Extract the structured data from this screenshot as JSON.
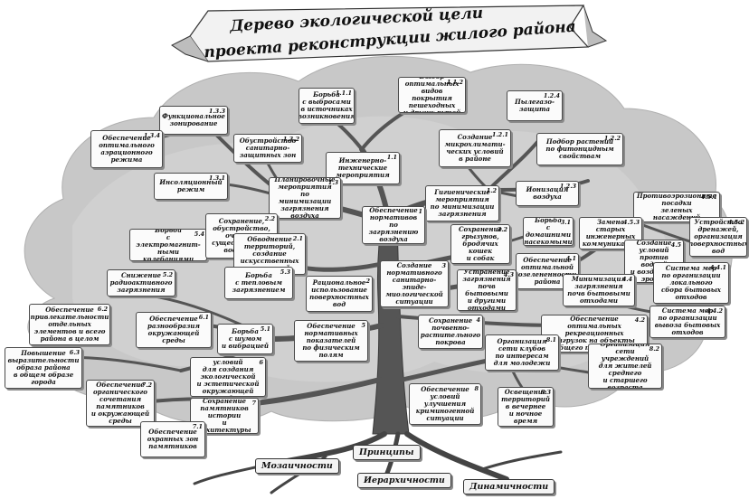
{
  "title": {
    "line1": "Дерево экологической цели",
    "line2": "проекта реконструкции жилого района"
  },
  "nodes": [
    {
      "num": "1.1.1",
      "text": "Борьба\nс выбросами\nв источниках\nвозникновения"
    },
    {
      "num": "1.1.2",
      "text": "Выбор\nоптимальных\nвидов покрытия\nпешеходных\nи других путей"
    },
    {
      "num": "1.2.4",
      "text": "Пылегазо-\nзащита"
    },
    {
      "num": "1.3.3",
      "text": "Функциональное\nзонирование"
    },
    {
      "num": "1.3.4",
      "text": "Обеспечение\nоптимального\nаэрационного\nрежима"
    },
    {
      "num": "1.3.2",
      "text": "Обустройство\nсанитарно-\nзащитных зон"
    },
    {
      "num": "1.2.1",
      "text": "Создание\nмикрохлимати-\nческих условий\nв районе"
    },
    {
      "num": "1.2.2",
      "text": "Подбор растений\nпо фитонцидным\nсвойствам"
    },
    {
      "num": "1.1",
      "text": "Инженерно-\nтехнические\nмероприятия"
    },
    {
      "num": "1.3.1",
      "text": "Инсоляционный\nрежим"
    },
    {
      "num": "1.3",
      "text": "Планировочные\nмероприятия\nпо минимизации\nзагрязнения\nвоздуха"
    },
    {
      "num": "1.2",
      "text": "Гигиенические\nмероприятия\nпо минимизации\nзагрязнения"
    },
    {
      "num": "1.2.3",
      "text": "Ионизация\nвоздуха"
    },
    {
      "num": "4.5.1",
      "text": "Противоэрозионные\nпосадки\nзеленых\nнасаждений"
    },
    {
      "num": "1",
      "text": "Обеспечение\nнормативов\nпо загрязнению\nвоздуха"
    },
    {
      "num": "5.4",
      "text": "Борьба\nс электромагнит-\nными колебаниями"
    },
    {
      "num": "2.2",
      "text": "Сохранение,\nобустройство,\nочистка\nсуществующих\nводоемов"
    },
    {
      "num": "3.2",
      "text": "Сохранение\nгрызунов,\nбродячих\nкошек\nи собак"
    },
    {
      "num": "3.1",
      "text": "Борьба\nс домашними\nнасекомыми"
    },
    {
      "num": "4.5.3",
      "text": "Замена старых\nинженерных\nкоммуникаций"
    },
    {
      "num": "4.5.2",
      "text": "Устройство\nдренажей,\nорганизация\nповерхностных\nвод"
    },
    {
      "num": "2.1",
      "text": "Обводнение\nтерриторий,\nсоздание\nискусственных\nакваторий"
    },
    {
      "num": "4.1",
      "text": "Обеспечение\nоптимальной\nозелененности\nрайона"
    },
    {
      "num": "4.5",
      "text": "Создание\nусловий\nпротив водной\nи воздушной\nэрозии"
    },
    {
      "num": "5.2",
      "text": "Снижение\nрадиоактивного\nзагрязнения"
    },
    {
      "num": "5.3",
      "text": "Борьба\nс тепловым\nзагрязнением"
    },
    {
      "num": "2",
      "text": "Рациональное\nиспользование\nповерхностных\nвод"
    },
    {
      "num": "3",
      "text": "Создание\nнормативного\nсанитарно-\nэпиде-\nмиологической\nситуации"
    },
    {
      "num": "4.3",
      "text": "Устранение\nзагрязнения\nпочв бытовыми\nи другими\nотходами"
    },
    {
      "num": "4.4",
      "text": "Минимизация\nзагрязнения\nпочв бытовыми\nотходами"
    },
    {
      "num": "4.4.1",
      "text": "Система мер\nпо организации\nлокального\nсбора бытовых\nотходов"
    },
    {
      "num": "6.2",
      "text": "Обеспечение\nпривлекательности\nотдельных\nэлементов и всего\nрайона в целом"
    },
    {
      "num": "6.1",
      "text": "Обеспечение\nразнообразия\nокружающей\nсреды"
    },
    {
      "num": "5.1",
      "text": "Борьба\nс шумом\nи вибрацией"
    },
    {
      "num": "5",
      "text": "Обеспечение\nнормативных\nпоказателей\nпо физическим\nполям"
    },
    {
      "num": "4",
      "text": "Сохранение\nпочвенно-\nрастительного\nпокрова"
    },
    {
      "num": "4.2",
      "text": "Обеспечение\nоптимальных\nрекреационных\nнагрузок на объекты\nобщего пользования"
    },
    {
      "num": "4.4.2",
      "text": "Система мер\nпо организации\nвывоза бытовых\nотходов"
    },
    {
      "num": "6.3",
      "text": "Повышение\nвыразительности\nобраза района\nв общем образе\nгорода"
    },
    {
      "num": "6",
      "text": "Обеспечение условий\nдля создания\nэкологической\nи эстетической\nокружающей среды"
    },
    {
      "num": "8.1",
      "text": "Организация\nсети клубов\nпо интересам\nдля молодежи"
    },
    {
      "num": "8.2",
      "text": "Организация\nсети учреждений\nдля жителей\nсреднего\nи старшего\nвозраста"
    },
    {
      "num": "7.2",
      "text": "Обеспечение\nорганического\nсочетания\nпамятников\nи окружающей\nсреды"
    },
    {
      "num": "7",
      "text": "Сохранение\nпамятников\nистории\nи архитектуры"
    },
    {
      "num": "8",
      "text": "Обеспечение\nусловий\nулучшения\nкриминогенной\nситуации"
    },
    {
      "num": "8.3",
      "text": "Освещение\nтерриторий\nв вечернее\nи ночное\nвремя"
    },
    {
      "num": "7.1",
      "text": "Обеспечение\nохранных зон\nпамятников"
    }
  ],
  "roots": {
    "principles": "Принципы",
    "mosaic": "Мозаичности",
    "hierarchy": "Иерархичности",
    "dynamism": "Динамичности"
  },
  "colors": {
    "crown": "#c8c8c8",
    "trunk": "#555555",
    "label_bg": "#fbfbfb"
  }
}
